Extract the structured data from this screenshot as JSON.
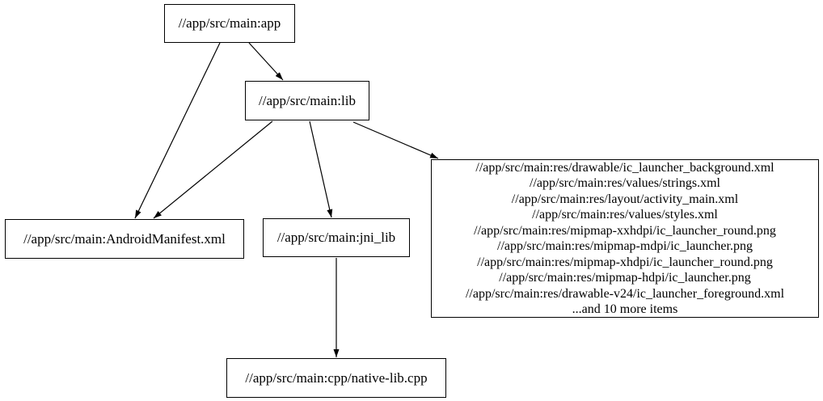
{
  "diagram": {
    "type": "dependency-graph",
    "background": "#ffffff",
    "node_border_color": "#000000",
    "edge_color": "#000000",
    "text_color": "#000000",
    "nodes": {
      "app": {
        "label": "//app/src/main:app"
      },
      "lib": {
        "label": "//app/src/main:lib"
      },
      "manifest": {
        "label": "//app/src/main:AndroidManifest.xml"
      },
      "jni_lib": {
        "label": "//app/src/main:jni_lib"
      },
      "native_lib_cpp": {
        "label": "//app/src/main:cpp/native-lib.cpp"
      },
      "resources": {
        "lines": [
          "//app/src/main:res/drawable/ic_launcher_background.xml",
          "//app/src/main:res/values/strings.xml",
          "//app/src/main:res/layout/activity_main.xml",
          "//app/src/main:res/values/styles.xml",
          "//app/src/main:res/mipmap-xxhdpi/ic_launcher_round.png",
          "//app/src/main:res/mipmap-mdpi/ic_launcher.png",
          "//app/src/main:res/mipmap-xhdpi/ic_launcher_round.png",
          "//app/src/main:res/mipmap-hdpi/ic_launcher.png",
          "//app/src/main:res/drawable-v24/ic_launcher_foreground.xml",
          "...and 10 more items"
        ]
      }
    },
    "edges": [
      {
        "from": "app",
        "to": "lib"
      },
      {
        "from": "app",
        "to": "manifest"
      },
      {
        "from": "lib",
        "to": "manifest"
      },
      {
        "from": "lib",
        "to": "jni_lib"
      },
      {
        "from": "lib",
        "to": "resources"
      },
      {
        "from": "jni_lib",
        "to": "native_lib_cpp"
      }
    ]
  }
}
